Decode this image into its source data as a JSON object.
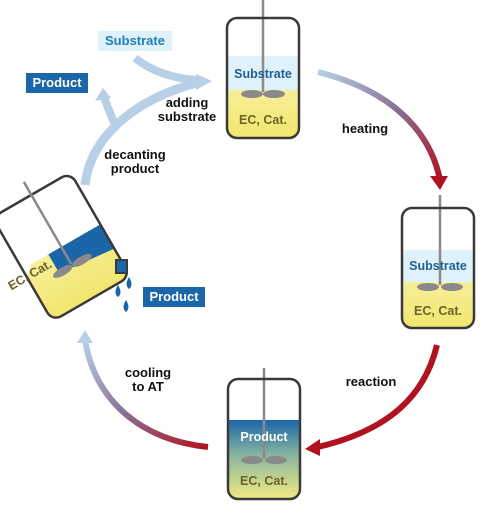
{
  "steps": {
    "adding_substrate": "adding\nsubstrate",
    "heating": "heating",
    "reaction": "reaction",
    "cooling": "cooling\nto AT",
    "decanting": "decanting\nproduct"
  },
  "tags": {
    "substrate": "Substrate",
    "product_top": "Product",
    "product_pour": "Product"
  },
  "vessels": {
    "top": {
      "upper": "Substrate",
      "lower": "EC, Cat."
    },
    "right": {
      "upper": "Substrate",
      "lower": "EC, Cat."
    },
    "bottom": {
      "upper": "Product",
      "lower": "EC, Cat."
    },
    "tilted": {
      "lower": "EC, Cat."
    }
  },
  "colors": {
    "light_blue": "#dff2fb",
    "yellow": "#f4ea80",
    "dark_blue": "#1b66a8",
    "red_arrow": "#b0121f",
    "pale_arrow": "#b7cfe7"
  }
}
